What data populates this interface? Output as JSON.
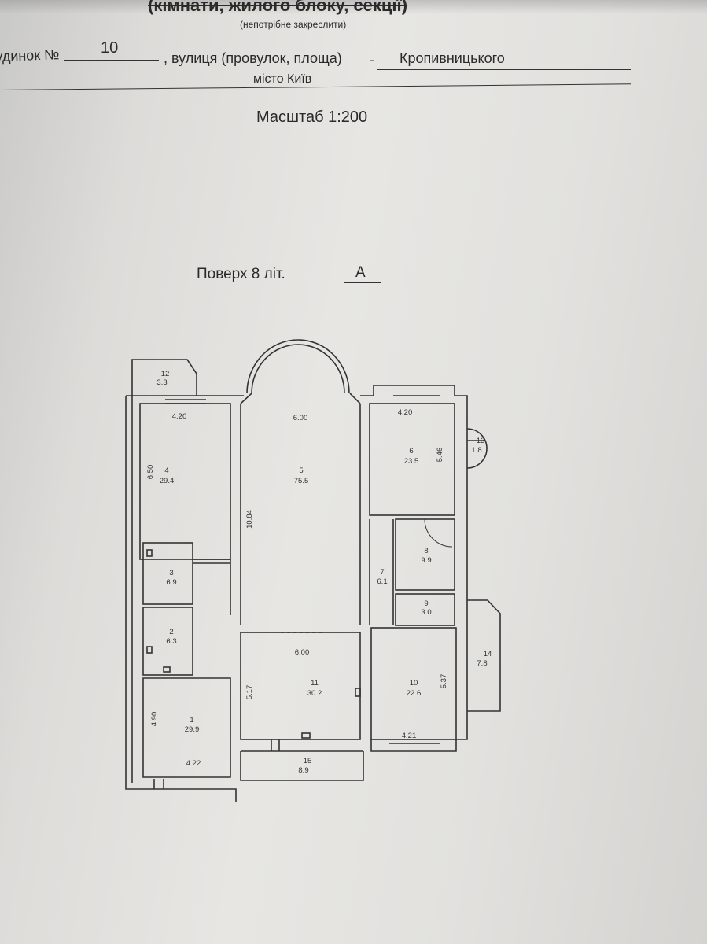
{
  "header": {
    "title": "(кімнати, жилого блоку, секції)",
    "note": "(непотрібне закреслити)",
    "building_label": "удинок №",
    "building_number": "10",
    "street_label": ", вулиця (провулок, площа)",
    "street_dash": "-",
    "street_name": "Кропивницького",
    "city": "місто Київ",
    "scale": "Масштаб 1:200",
    "floor_label": "Поверх 8 літ.",
    "litera": "А"
  },
  "rooms": [
    {
      "num": "1",
      "area": "29.9"
    },
    {
      "num": "2",
      "area": "6.3"
    },
    {
      "num": "3",
      "area": "6.9"
    },
    {
      "num": "4",
      "area": "29.4"
    },
    {
      "num": "5",
      "area": "75.5"
    },
    {
      "num": "6",
      "area": "23.5"
    },
    {
      "num": "7",
      "area": "6.1"
    },
    {
      "num": "8",
      "area": "9.9"
    },
    {
      "num": "9",
      "area": "3.0"
    },
    {
      "num": "10",
      "area": "22.6"
    },
    {
      "num": "11",
      "area": "30.2"
    },
    {
      "num": "12",
      "area": "3.3"
    },
    {
      "num": "13",
      "area": "1.8"
    },
    {
      "num": "14",
      "area": "7.8"
    },
    {
      "num": "15",
      "area": "8.9"
    }
  ],
  "dimensions": {
    "room4_width": "4.20",
    "room4_height": "6.50",
    "room5_width": "6.00",
    "room5_height": "10.84",
    "room6_width": "4.20",
    "room6_height": "5.46",
    "room11_width": "6.00",
    "room11_height": "5.17",
    "room10_height": "5.37",
    "room10_width": "4.21",
    "room1_height": "4.90",
    "room1_width": "4.22"
  }
}
